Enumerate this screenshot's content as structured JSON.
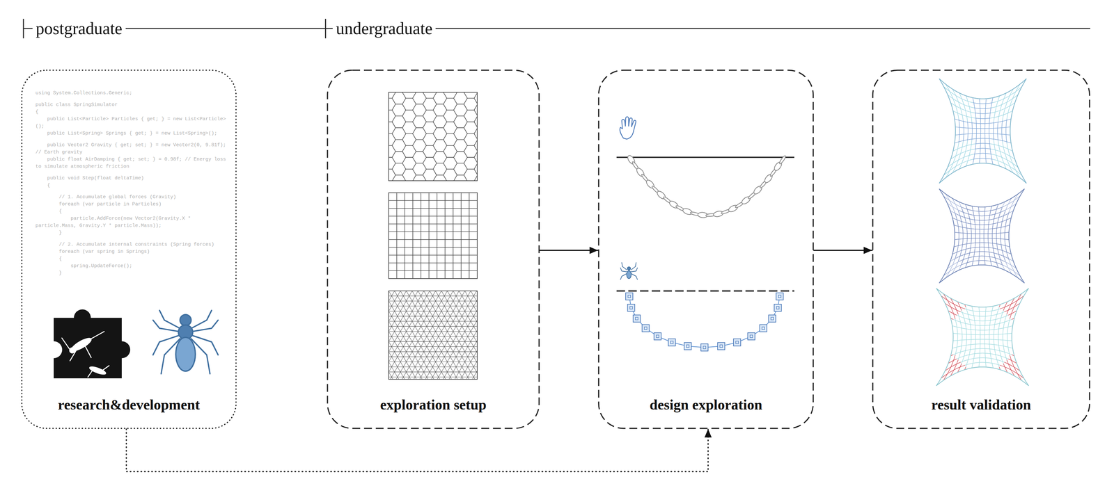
{
  "diagram": {
    "nodes": [
      {
        "text": [
          "research&development"
        ]
      },
      {
        "text": [
          "exploration setup"
        ]
      },
      {
        "text": [
          "design exploration"
        ]
      },
      {
        "text": [
          "result validation"
        ]
      }
    ],
    "edges": [
      {
        "from": 1,
        "to": 2,
        "arrow": "to"
      },
      {
        "from": 2,
        "to": 3,
        "arrow": "to"
      },
      {
        "from": 0,
        "to": 2,
        "arrow": "to"
      }
    ],
    "labels": [
      "postgraduate",
      "undergraduate",
      "using System.Collections.Generic;",
      "public class SpringSimulator",
      "{",
      "public List<Particle> Particles { get; } = new List<Particle>();",
      "public List<Spring> Springs { get; } = new List<Spring>();",
      "public Vector2 Gravity { get; set; } = new Vector2(0, 9.81f); // Earth gravity",
      "public float AirDamping { get; set; } = 0.98f; // Energy loss to simulate atmospheric friction",
      "public void Step(float deltaTime)",
      "{",
      "// 1. Accumulate global forces (Gravity)",
      "foreach (var particle in Particles)",
      "{",
      "particle.AddForce(new Vector2(Gravity.X * particle.Mass, Gravity.Y * particle.Mass));",
      "}",
      "// 2. Accumulate internal constraints (Spring forces)",
      "foreach (var spring in Springs)",
      "{",
      "spring.UpdateForce();",
      "}"
    ]
  }
}
